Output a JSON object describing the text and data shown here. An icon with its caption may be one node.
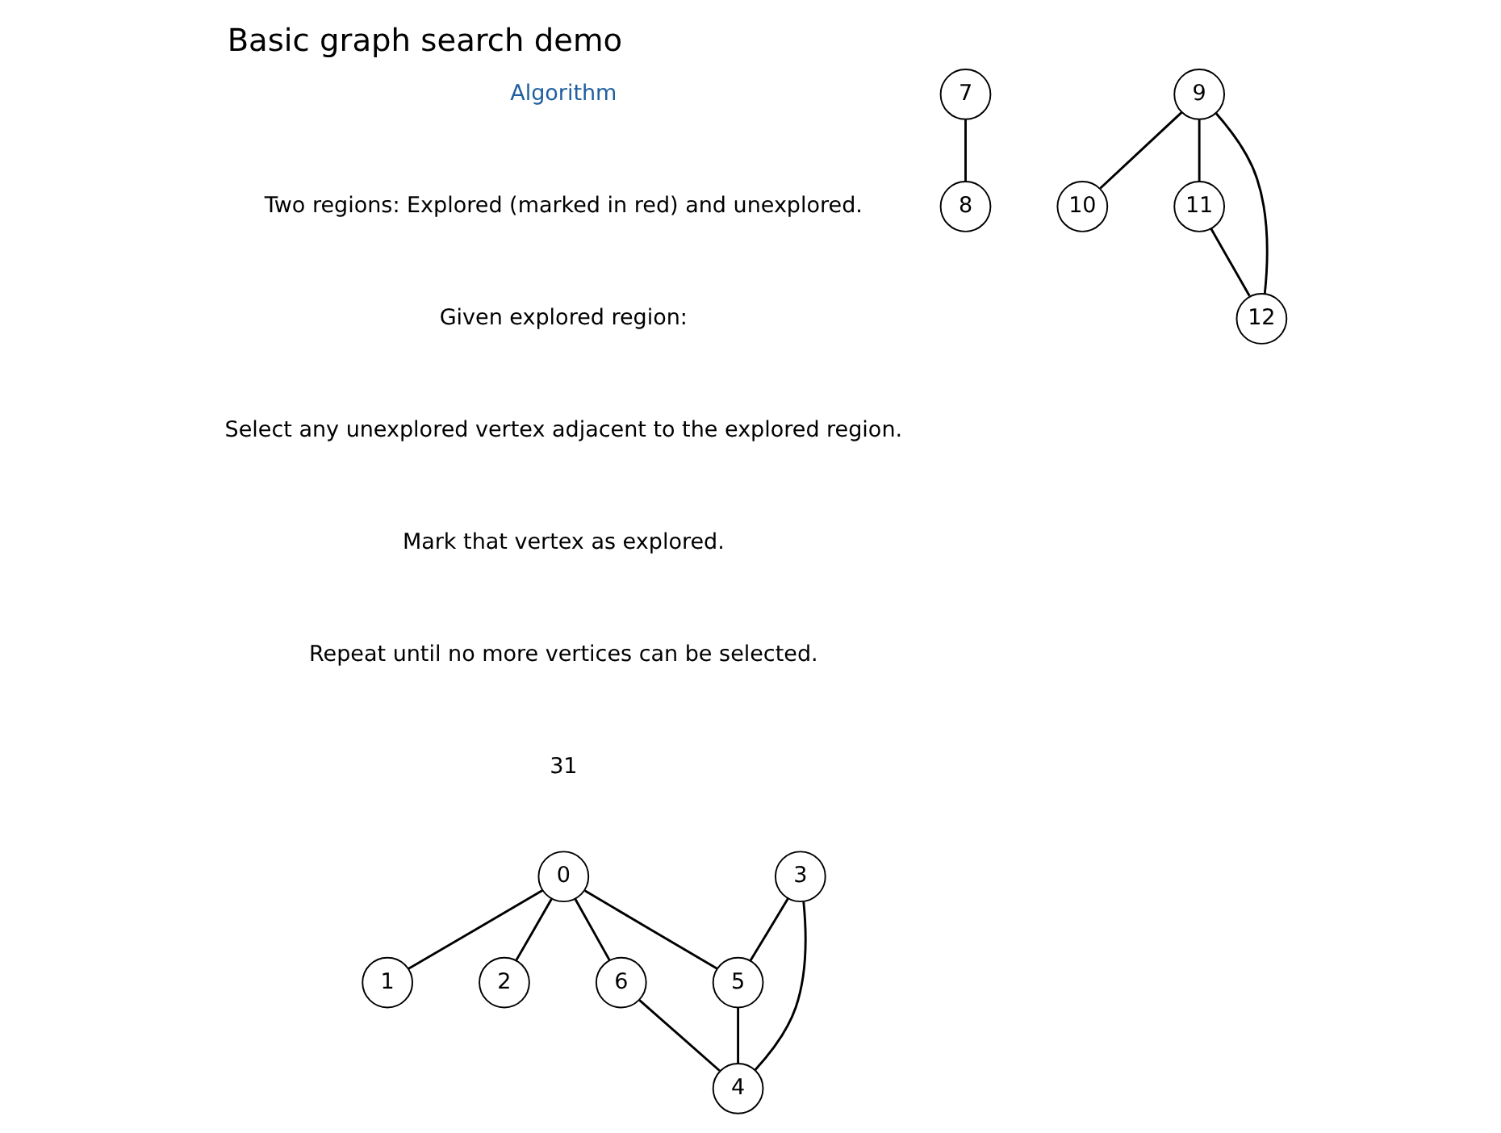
{
  "diagram": {
    "title": "Basic graph search demo",
    "nodes": [
      {
        "text": [
          "0"
        ]
      },
      {
        "text": [
          "1"
        ]
      },
      {
        "text": [
          "2"
        ]
      },
      {
        "text": [
          "3"
        ]
      },
      {
        "text": [
          "4"
        ]
      },
      {
        "text": [
          "5"
        ]
      },
      {
        "text": [
          "6"
        ]
      },
      {
        "text": [
          "7"
        ]
      },
      {
        "text": [
          "8"
        ]
      },
      {
        "text": [
          "9"
        ]
      },
      {
        "text": [
          "10"
        ]
      },
      {
        "text": [
          "11"
        ]
      },
      {
        "text": [
          "12"
        ]
      }
    ],
    "edges": [
      {
        "from": 0,
        "to": 1,
        "arrow": "none"
      },
      {
        "from": 0,
        "to": 2,
        "arrow": "none"
      },
      {
        "from": 0,
        "to": 6,
        "arrow": "none"
      },
      {
        "from": 0,
        "to": 5,
        "arrow": "none"
      },
      {
        "from": 6,
        "to": 4,
        "arrow": "none"
      },
      {
        "from": 3,
        "to": 4,
        "arrow": "none"
      },
      {
        "from": 3,
        "to": 5,
        "arrow": "none"
      },
      {
        "from": 5,
        "to": 4,
        "arrow": "none"
      },
      {
        "from": 7,
        "to": 8,
        "arrow": "none"
      },
      {
        "from": 9,
        "to": 10,
        "arrow": "none"
      },
      {
        "from": 9,
        "to": 11,
        "arrow": "none"
      },
      {
        "from": 9,
        "to": 12,
        "arrow": "none"
      },
      {
        "from": 11,
        "to": 12,
        "arrow": "none"
      }
    ],
    "labels": [
      "Algorithm",
      "Two regions: Explored (marked in red) and unexplored.",
      "Given explored region:",
      "Select any unexplored vertex adjacent to the explored region.",
      "Mark that vertex as explored.",
      "Repeat until no more vertices can be selected.",
      "31"
    ]
  }
}
